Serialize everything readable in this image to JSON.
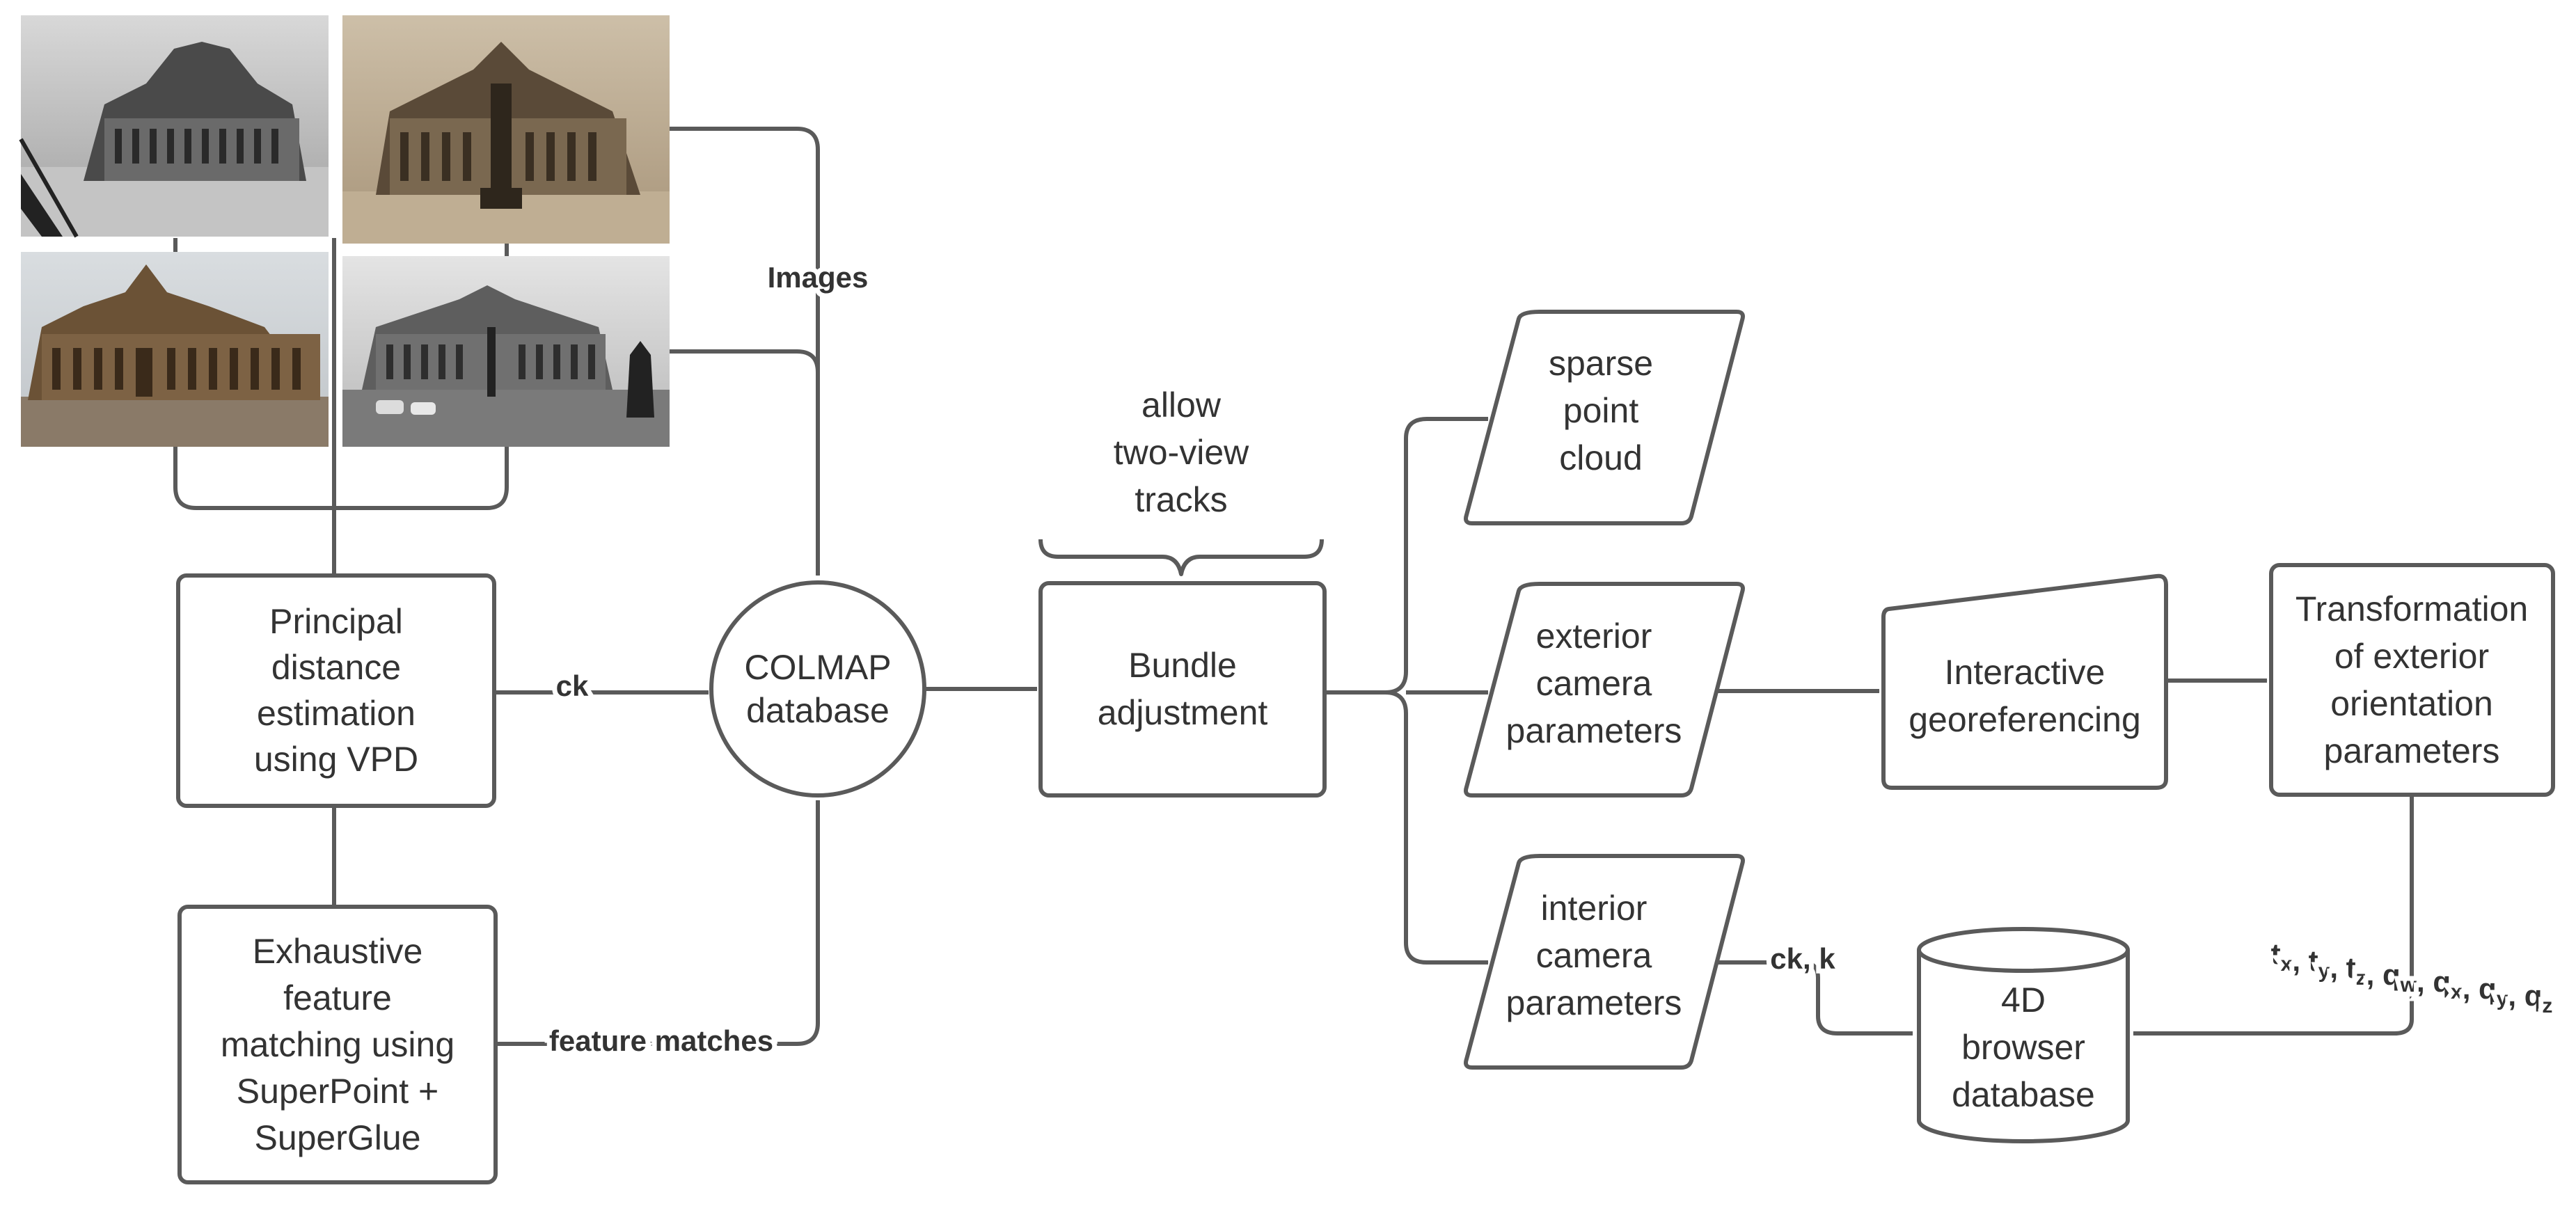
{
  "colors": {
    "stroke": "#5a5a5a",
    "text": "#333333",
    "background": "#ffffff"
  },
  "photos": [
    {
      "description": "historic black-and-white photo of opera house",
      "icon": "photo-bw-aerial"
    },
    {
      "description": "sepia photo of opera house with monument",
      "icon": "photo-sepia"
    },
    {
      "description": "color photo of opera house",
      "icon": "photo-color"
    },
    {
      "description": "black-and-white photo of opera house with cars",
      "icon": "photo-bw-cars"
    }
  ],
  "nodes": {
    "vpd": {
      "lines": [
        "Principal",
        "distance",
        "estimation",
        "using VPD"
      ]
    },
    "matching": {
      "lines": [
        "Exhaustive",
        "feature",
        "matching using",
        "SuperPoint +",
        "SuperGlue"
      ]
    },
    "colmap": {
      "lines": [
        "COLMAP",
        "database"
      ]
    },
    "bundle": {
      "lines": [
        "Bundle",
        "adjustment"
      ]
    },
    "two_view": {
      "lines": [
        "allow",
        "two-view",
        "tracks"
      ]
    },
    "sparse": {
      "lines": [
        "sparse",
        "point",
        "cloud"
      ]
    },
    "exterior": {
      "lines": [
        "exterior",
        "camera",
        "parameters"
      ]
    },
    "interior": {
      "lines": [
        "interior",
        "camera",
        "parameters"
      ]
    },
    "georef": {
      "lines": [
        "Interactive",
        "georeferencing"
      ]
    },
    "transform": {
      "lines": [
        "Transformation",
        "of exterior",
        "orientation",
        "parameters"
      ]
    },
    "browser_db": {
      "lines": [
        "4D",
        "browser",
        "database"
      ]
    }
  },
  "edges": {
    "images": "Images",
    "ck": "ck",
    "feature_matches": "feature matches",
    "ck_k": "ck, k",
    "tq": {
      "parts": [
        {
          "base": "t",
          "sub": "x"
        },
        {
          "base": "t",
          "sub": "y"
        },
        {
          "base": "t",
          "sub": "z"
        },
        {
          "base": "q",
          "sub": "w"
        },
        {
          "base": "q",
          "sub": "x"
        },
        {
          "base": "q",
          "sub": "y"
        },
        {
          "base": "q",
          "sub": "z"
        }
      ]
    }
  }
}
